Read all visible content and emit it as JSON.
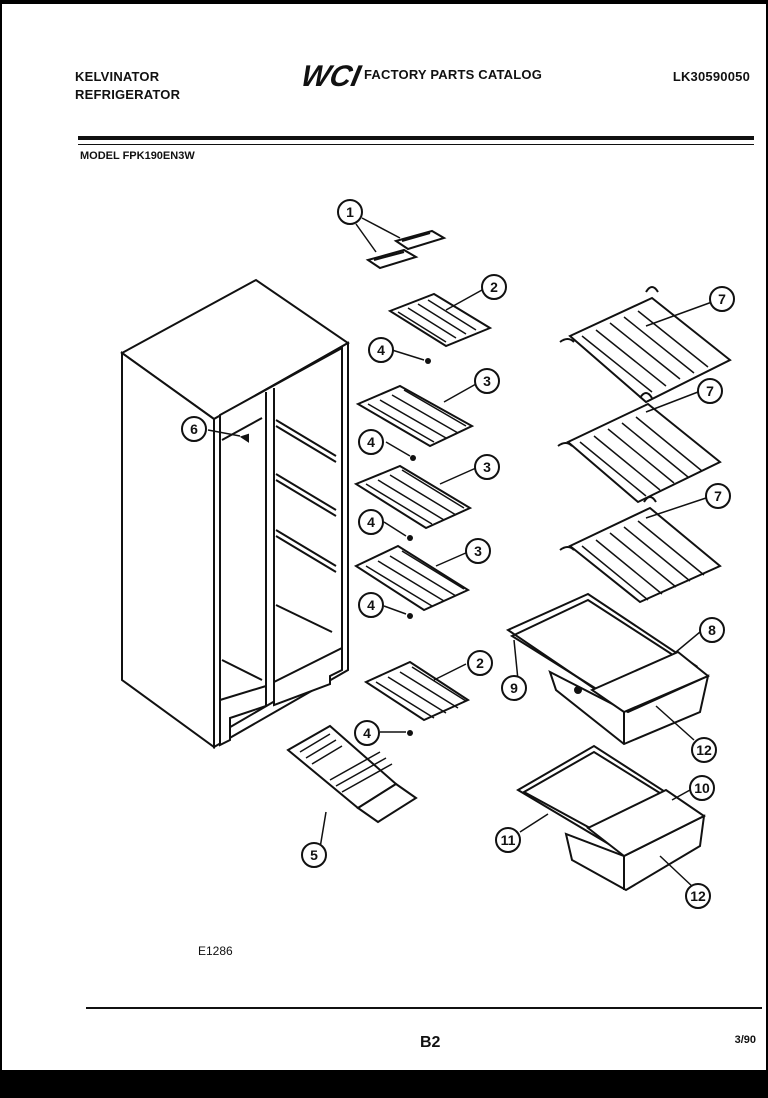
{
  "header": {
    "brand_line1": "KELVINATOR",
    "brand_line2": "REFRIGERATOR",
    "logo_text": "WCI",
    "catalog_title": "FACTORY PARTS CATALOG",
    "catalog_code": "LK30590050"
  },
  "model_label": "MODEL FPK190EN3W",
  "callouts": [
    "1",
    "2",
    "4",
    "3",
    "4",
    "3",
    "4",
    "3",
    "4",
    "2",
    "4",
    "5",
    "6",
    "7",
    "7",
    "7",
    "8",
    "9",
    "12",
    "10",
    "11",
    "12"
  ],
  "footer": {
    "reference": "E1286",
    "page_number": "B2",
    "date": "3/90"
  }
}
